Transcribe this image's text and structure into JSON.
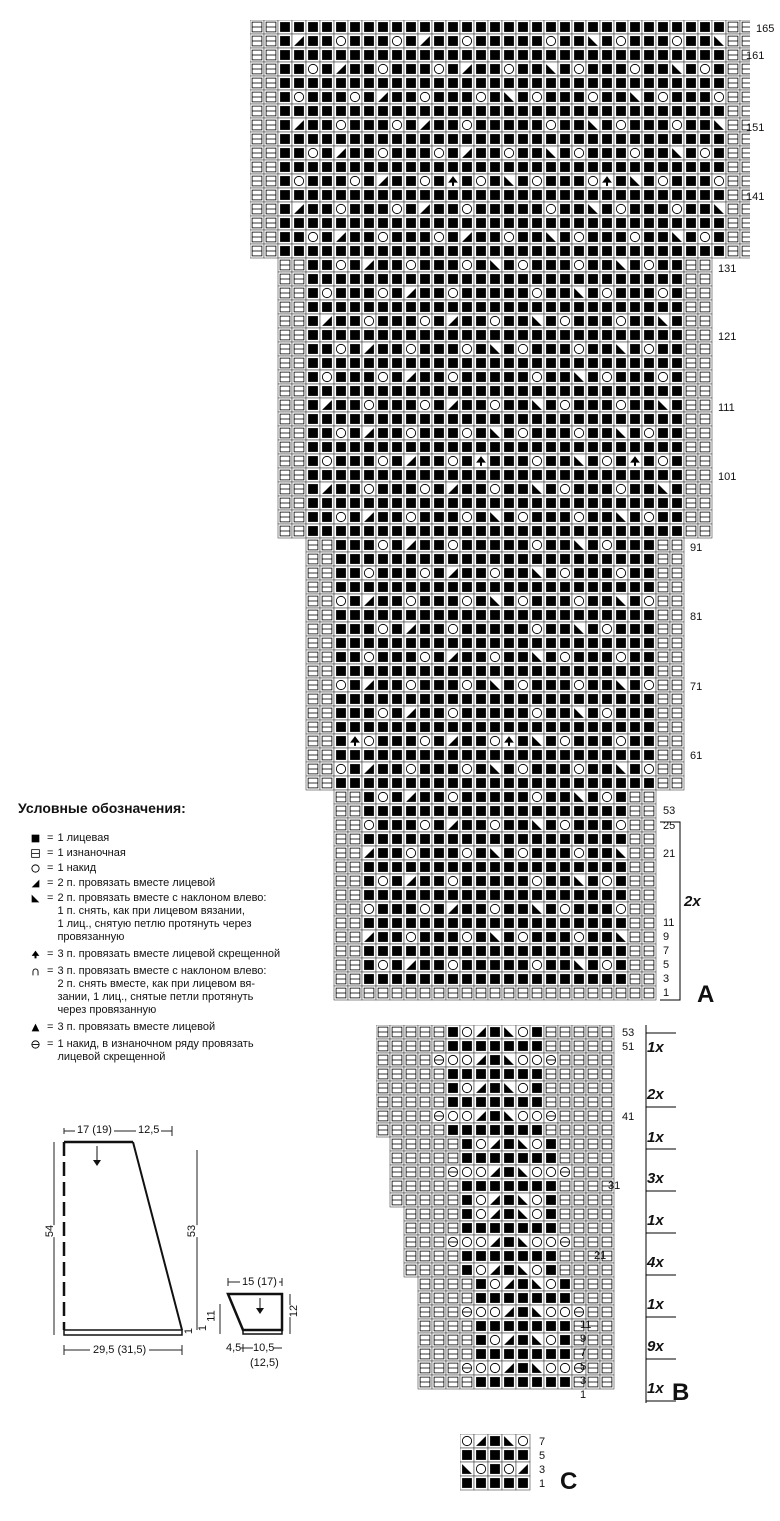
{
  "legend": {
    "title": "Условные обозначения:",
    "items": [
      {
        "symbol": "knit-square-icon",
        "text": "1 лицевая"
      },
      {
        "symbol": "purl-dash-square-icon",
        "text": "1 изнаночная"
      },
      {
        "symbol": "yarn-over-circle-icon",
        "text": "1 накид"
      },
      {
        "symbol": "k2tog-right-triangle-icon",
        "text": "2 п. провязать вместе лицевой"
      },
      {
        "symbol": "ssk-left-triangle-icon",
        "text": "2 п. провязать вместе с наклоном влево:\n1 п. снять, как при лицевом вязании,\n1 лиц., снятую петлю протянуть через\nпровязанную"
      },
      {
        "symbol": "k3tog-tbl-spade-icon",
        "text": "3 п. провязать вместе лицевой скрещенной"
      },
      {
        "symbol": "sk2p-arch-icon",
        "text": "3 п. провязать вместе с наклоном влево:\n2 п. снять вместе, как при лицевом вя-\nзании, 1 лиц., снятые петли протянуть\nчерез провязанную"
      },
      {
        "symbol": "k3tog-triangle-icon",
        "text": "3 п. провязать вместе лицевой"
      },
      {
        "symbol": "yo-twisted-theta-icon",
        "text": "1 накид, в изнаночном ряду провязать\nлицевой скрещенной"
      }
    ]
  },
  "chart_a": {
    "letter": "A",
    "row_labels": [
      "165",
      "161",
      "151",
      "141",
      "131",
      "121",
      "111",
      "101",
      "91",
      "81",
      "71",
      "61",
      "53",
      "25",
      "21",
      "11",
      "9",
      "7",
      "5",
      "3",
      "1"
    ],
    "repeat": "2x"
  },
  "chart_b": {
    "letter": "B",
    "row_labels": [
      "53",
      "51",
      "41",
      "31",
      "21",
      "11",
      "9",
      "7",
      "5",
      "3",
      "1"
    ],
    "repeats": [
      "1x",
      "2x",
      "1x",
      "3x",
      "1x",
      "4x",
      "1x",
      "9x",
      "1x"
    ]
  },
  "chart_c": {
    "letter": "C",
    "row_labels": [
      "7",
      "5",
      "3",
      "1"
    ]
  },
  "schematic_back": {
    "top_left": "17 (19)",
    "top_right": "12,5",
    "left_height": "54",
    "right_height": "53",
    "bottom_width": "29,5 (31,5)",
    "bottom_edge": "1"
  },
  "schematic_sleeve": {
    "top_width": "15 (17)",
    "left_height": "11",
    "right_height": "12",
    "bottom_left": "4,5",
    "bottom_width": "10,5",
    "bottom_width_alt": "(12,5)",
    "bottom_edge": "1"
  }
}
